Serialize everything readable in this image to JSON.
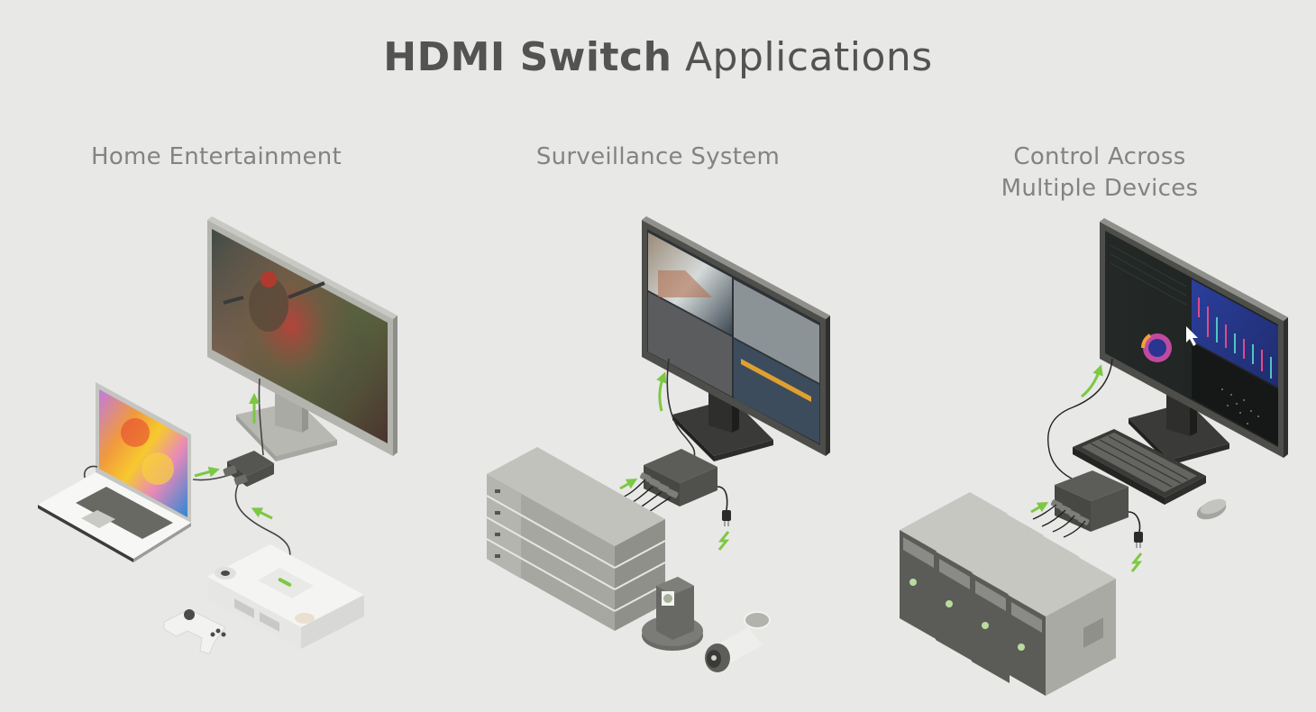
{
  "page": {
    "title_bold": "HDMI Switch",
    "title_light": "Applications",
    "background_color": "#e8e8e7",
    "accent_color": "#7dc843"
  },
  "sections": [
    {
      "label": "Home Entertainment",
      "devices": [
        "monitor",
        "laptop",
        "hdmi-switch-2-port",
        "game-console",
        "gamepad"
      ],
      "monitor_screen": "fantasy battle game scene"
    },
    {
      "label": "Surveillance System",
      "devices": [
        "monitor",
        "dvr-stack",
        "hdmi-switch-4-port",
        "power-plug",
        "ptz-camera",
        "bullet-camera"
      ],
      "monitor_screen": "4-split CCTV building feeds"
    },
    {
      "label_line1": "Control Across",
      "label_line2": "Multiple Devices",
      "devices": [
        "monitor",
        "keyboard",
        "mouse",
        "kvm-switch-4-port",
        "power-plug",
        "pc-tower-x4"
      ],
      "monitor_screen": "data dashboards with charts and cursor"
    }
  ]
}
